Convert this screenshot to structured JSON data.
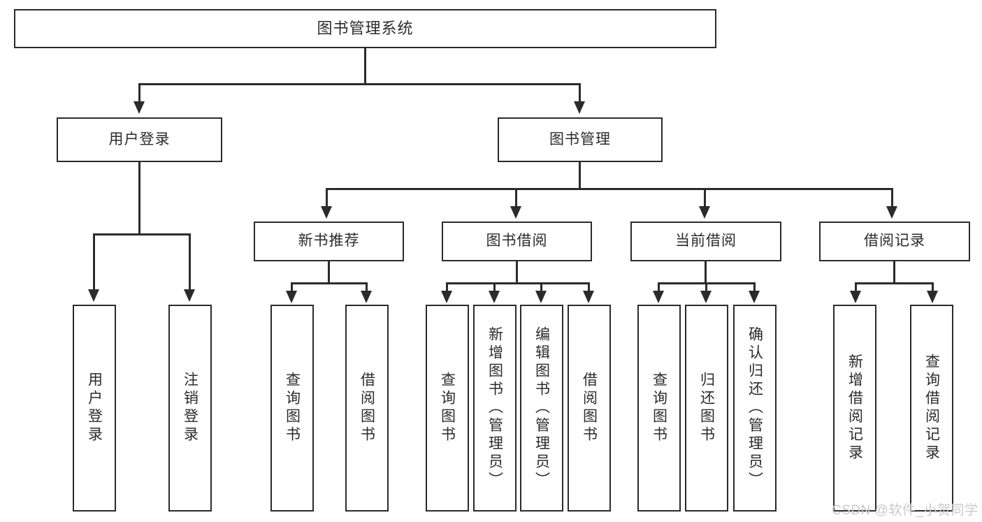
{
  "diagram": {
    "title": "图书管理系统",
    "nodes": {
      "root": "图书管理系统",
      "user_login": "用户登录",
      "book_manage": "图书管理",
      "new_book_rec": "新书推荐",
      "book_borrow": "图书借阅",
      "current_borrow": "当前借阅",
      "borrow_record": "借阅记录",
      "leaf_user_login": "用户登录",
      "leaf_user_logout": "注销登录",
      "leaf_query_book_1": "查询图书",
      "leaf_borrow_book_1": "借阅图书",
      "leaf_query_book_2": "查询图书",
      "leaf_add_book": "新增图书（管理员）",
      "leaf_edit_book": "编辑图书（管理员）",
      "leaf_borrow_book_2": "借阅图书",
      "leaf_query_book_3": "查询图书",
      "leaf_return_book": "归还图书",
      "leaf_confirm_return": "确认归还（管理员）",
      "leaf_add_record": "新增借阅记录",
      "leaf_query_record": "查询借阅记录"
    }
  },
  "watermark": {
    "text": "CSDN @软件_小贺同学"
  },
  "colors": {
    "stroke": "#2b2b2b",
    "background": "#ffffff",
    "watermark": "#c9c9c9"
  }
}
